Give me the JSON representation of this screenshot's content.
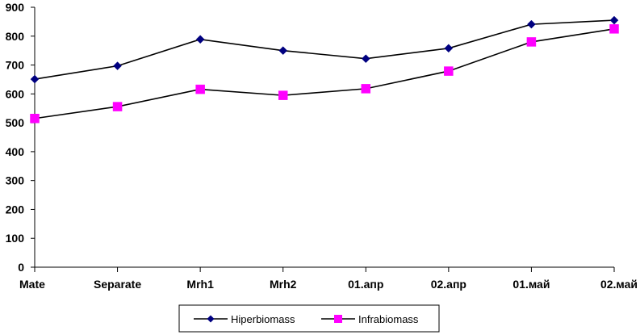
{
  "chart_data": {
    "type": "line",
    "categories": [
      "Mate",
      "Separate",
      "Mrh1",
      "Mrh2",
      "01.апр",
      "02.апр",
      "01.май",
      "02.май"
    ],
    "ylim": [
      0,
      900
    ],
    "yticks": [
      "0",
      "100",
      "200",
      "300",
      "400",
      "500",
      "600",
      "700",
      "800",
      "900"
    ],
    "grid": false,
    "legend_position": "bottom",
    "series": [
      {
        "name": "Hiperbiomass",
        "values": [
          651,
          697,
          789,
          750,
          722,
          758,
          841,
          855
        ],
        "color": "#000080",
        "marker": "diamond"
      },
      {
        "name": "Infrabiomass",
        "values": [
          515,
          556,
          616,
          595,
          618,
          679,
          780,
          825
        ],
        "color": "#FF00FF",
        "marker": "square"
      }
    ],
    "line_color": "#000000"
  }
}
